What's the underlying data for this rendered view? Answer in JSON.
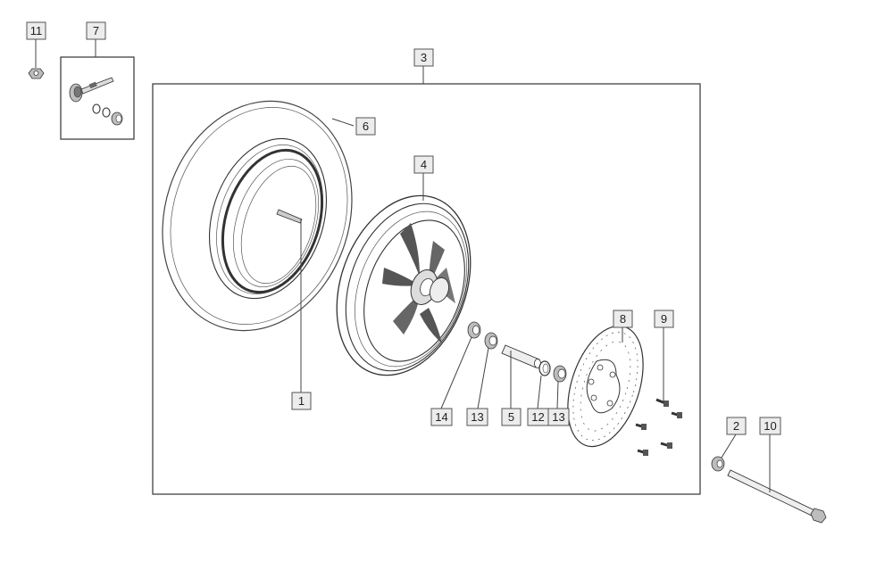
{
  "diagram": {
    "callouts": [
      {
        "id": "c11",
        "label": "11"
      },
      {
        "id": "c7",
        "label": "7"
      },
      {
        "id": "c3",
        "label": "3"
      },
      {
        "id": "c6",
        "label": "6"
      },
      {
        "id": "c4",
        "label": "4"
      },
      {
        "id": "c1",
        "label": "1"
      },
      {
        "id": "c8",
        "label": "8"
      },
      {
        "id": "c9",
        "label": "9"
      },
      {
        "id": "c14",
        "label": "14"
      },
      {
        "id": "c13a",
        "label": "13"
      },
      {
        "id": "c5",
        "label": "5"
      },
      {
        "id": "c12",
        "label": "12"
      },
      {
        "id": "c13b",
        "label": "13"
      },
      {
        "id": "c2",
        "label": "2"
      },
      {
        "id": "c10",
        "label": "10"
      }
    ],
    "parts": {
      "nut": "nut-icon",
      "valve_kit": "valve-kit-icon",
      "tyre": "tyre-icon",
      "inner_tube": "inner-tube-icon",
      "rim": "rim-icon",
      "bearing": "bearing-icon",
      "spacer": "spacer-icon",
      "seal": "seal-icon",
      "brake_disc": "brake-disc-icon",
      "screw": "screw-icon",
      "washer": "washer-icon",
      "axle": "axle-icon"
    }
  }
}
